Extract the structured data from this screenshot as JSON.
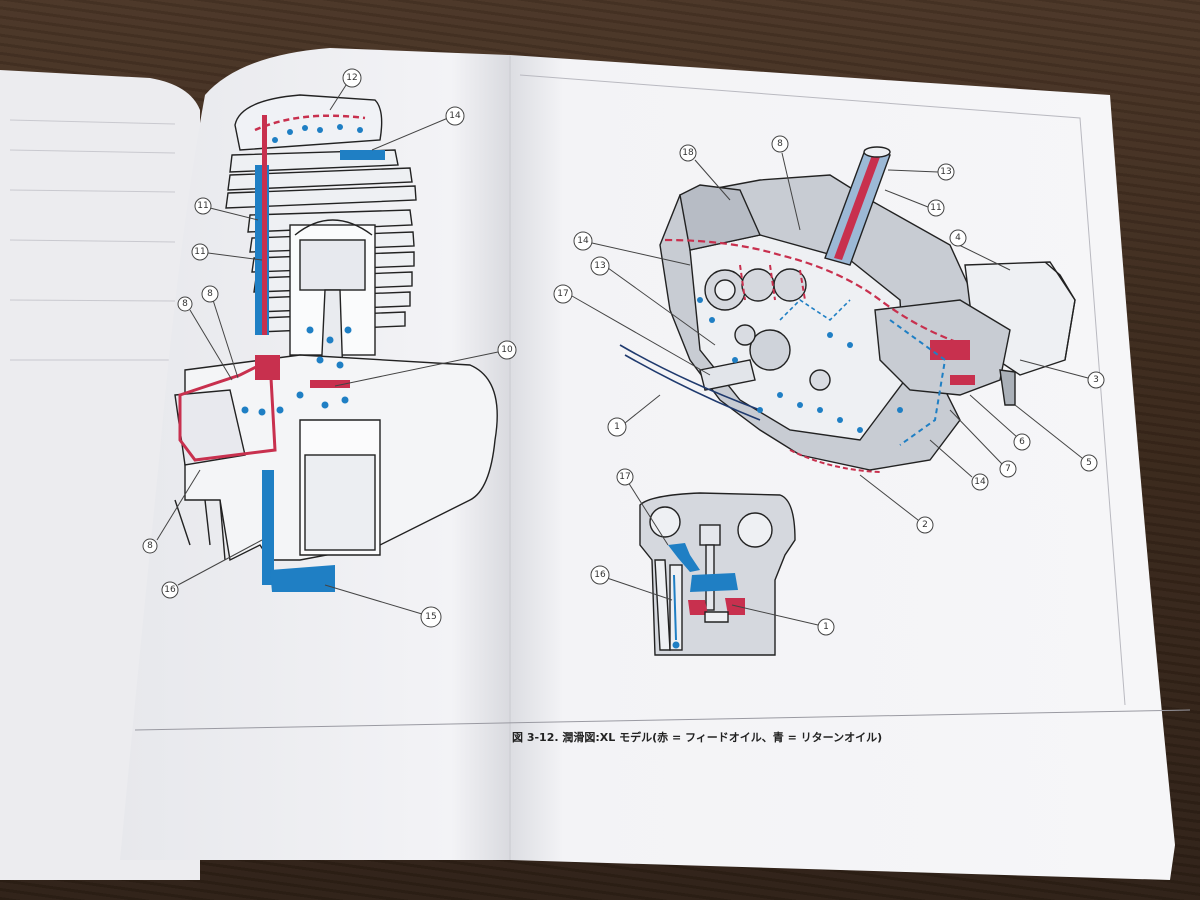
{
  "caption": "図 3-12. 潤滑図:XL モデル(赤 = フィードオイル、青 = リターンオイル)",
  "colors": {
    "feed_oil": "#c8304e",
    "return_oil": "#1f7fc4",
    "page": "#f4f4f6",
    "wood": "#3b2a1e"
  },
  "left_diagram": {
    "callouts": [
      "12",
      "14",
      "11",
      "11",
      "8",
      "8",
      "10",
      "8",
      "16",
      "15"
    ]
  },
  "right_diagram": {
    "callouts": [
      "18",
      "8",
      "13",
      "11",
      "4",
      "14",
      "13",
      "17",
      "1",
      "3",
      "5",
      "6",
      "7",
      "14",
      "2"
    ]
  },
  "inset_diagram": {
    "callouts": [
      "17",
      "16",
      "1"
    ]
  }
}
